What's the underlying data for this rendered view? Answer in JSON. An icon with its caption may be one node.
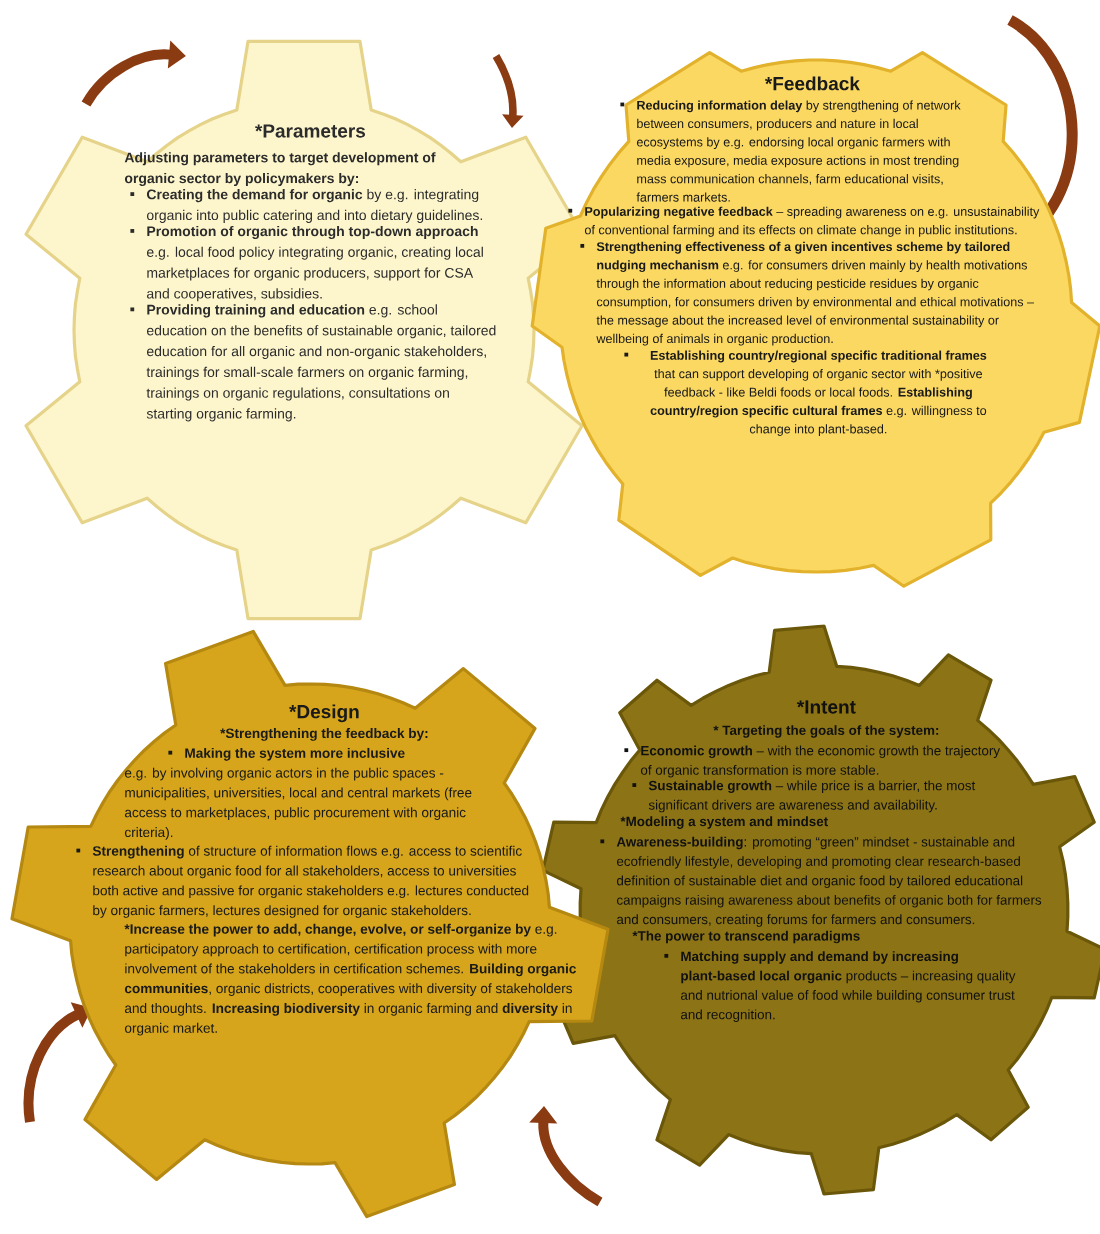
{
  "diagram": {
    "nodes": [
      {
        "text": [
          "*Parameters",
          "Adjusting parameters to target development of organic sector by policymakers by:",
          "**Creating the demand for organic** by e.g. integrating organic into public catering and into dietary guidelines.",
          "**Promotion of organic through top-down approach** e.g. local food policy integrating organic, creating local marketplaces for organic producers, support for CSA and cooperatives, subsidies.",
          "**Providing training and education** e.g. school education on the benefits of sustainable organic, tailored education for all organic and non-organic stakeholders, trainings for small-scale farmers on organic farming, trainings on organic regulations, consultations on starting organic farming."
        ]
      },
      {
        "text": [
          "*Feedback",
          "**Reducing information delay** by strengthening of network between consumers, producers and nature in local ecosystems by e.g. endorsing local organic farmers with media exposure, media exposure actions in most trending mass communication channels, farm educational visits, farmers markets.",
          "**Popularizing negative feedback** – spreading awareness on e.g. unsustainability of conventional farming and its effects on climate change in public institutions.",
          "**Strengthening effectiveness of a given incentives scheme by tailored nudging mechanism** e.g. for consumers driven mainly by health motivations through the information about reducing pesticide residues by organic consumption, for consumers driven by environmental and ethical motivations – the message about the increased level of environmental sustainability or wellbeing of animals in organic production.",
          "**Establishing country/regional specific traditional frames** that can support developing of organic sector with *positive feedback - like Beldi foods or local foods. **Establishing country/region specific cultural frames** e.g. willingness to change into plant-based."
        ]
      },
      {
        "text": [
          "*Design",
          "*Strengthening the feedback by:",
          "Making the system more inclusive",
          "e.g. by involving organic actors in the public spaces - municipalities, universities, local and central markets (free access to marketplaces, public procurement with organic criteria).",
          "**Strengthening** of structure of information flows e.g. access to scientific research about organic food for all stakeholders, access to universities both active and passive for organic stakeholders e.g. lectures conducted by organic farmers, lectures designed for organic stakeholders.",
          "***Increase the power to add, change, evolve, or self-organize by** e.g. participatory approach to certification, certification process with more involvement of the stakeholders in certification schemes. **Building organic communities**, organic districts, cooperatives with diversity of stakeholders and thoughts. **Increasing biodiversity** in organic farming and **diversity** in organic market."
        ]
      },
      {
        "text": [
          "*Intent",
          "* Targeting the goals of the system:",
          "**Economic growth** – with the economic growth the trajectory of organic transformation is more stable.",
          "**Sustainable growth** – while price is a barrier, the most significant drivers are awareness and availability.",
          "*Modeling a system and mindset",
          "**Awareness-building**: promoting “green” mindset - sustainable and ecofriendly lifestyle, developing and promoting clear research-based definition of sustainable diet and organic food by tailored educational campaigns raising awareness about benefits of organic both for farmers and consumers, creating forums for farmers and consumers.",
          "*The power to transcend paradigms",
          "**Matching supply and demand by increasing plant-based local organic** products – increasing quality and nutrional value of food while building consumer trust and recognition."
        ]
      }
    ]
  }
}
